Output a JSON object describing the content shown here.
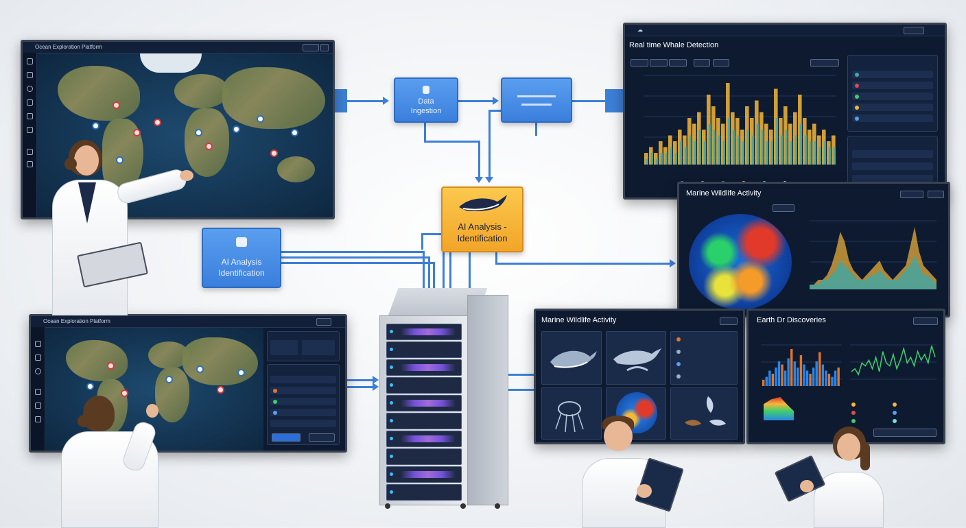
{
  "diagram": {
    "flow_boxes": {
      "data_ingestion": "Data\nIngestion",
      "ai_analysis_left": "AI Analysis\nIdentification",
      "ai_analysis_center": "AI Analysis -\nIdentification"
    }
  },
  "screens": {
    "top_left_map": {
      "title": "Ocean Exploration Platform"
    },
    "top_right": {
      "title": "Real time Whale Detection"
    },
    "mid_right": {
      "title": "Marine Wildlife Activity"
    },
    "bottom_left_map": {
      "title": "Ocean Exploration Platform"
    },
    "bottom_center": {
      "title": "Marine Wildlife Activity"
    },
    "bottom_right": {
      "title": "Earth Dr Discoveries"
    }
  },
  "colors": {
    "accent_blue": "#3d7fd6",
    "ai_box_orange": "#f5b73a",
    "screen_bg": "#0d1a30"
  },
  "chart_data": [
    {
      "type": "bar",
      "title": "Real time Whale Detection",
      "xlabel": "",
      "ylabel": "",
      "series": [
        {
          "values": [
            2,
            3,
            2,
            4,
            3,
            5,
            4,
            6,
            5,
            8,
            7,
            9,
            6,
            12,
            10,
            8,
            7,
            14,
            9,
            8,
            6,
            10,
            8,
            11,
            9,
            7,
            6,
            13,
            8,
            10,
            7,
            9,
            12,
            8,
            6,
            7,
            5,
            6,
            4,
            5
          ]
        },
        {
          "values": [
            1,
            2,
            1,
            2,
            2,
            3,
            2,
            4,
            3,
            5,
            4,
            6,
            4,
            7,
            6,
            5,
            4,
            8,
            6,
            5,
            4,
            6,
            5,
            7,
            6,
            4,
            4,
            8,
            5,
            6,
            4,
            5,
            7,
            5,
            4,
            4,
            3,
            4,
            3,
            3
          ]
        }
      ]
    },
    {
      "type": "area",
      "title": "",
      "xlabel": "",
      "ylabel": "",
      "series": [
        {
          "values": [
            1,
            1,
            2,
            2,
            3,
            5,
            8,
            12,
            10,
            6,
            4,
            3,
            2,
            3,
            4,
            5,
            6,
            4,
            3,
            2,
            3,
            4,
            5,
            9,
            13,
            8,
            5,
            4,
            3,
            2
          ]
        },
        {
          "values": [
            1,
            1,
            1,
            2,
            2,
            3,
            4,
            6,
            5,
            4,
            3,
            2,
            2,
            2,
            3,
            3,
            4,
            3,
            2,
            2,
            2,
            3,
            4,
            5,
            7,
            5,
            3,
            3,
            2,
            1
          ]
        }
      ]
    },
    {
      "type": "bar",
      "title": "",
      "series": [
        {
          "values": [
            2,
            3,
            5,
            4,
            6,
            8,
            7,
            5,
            9,
            12,
            8,
            6,
            10,
            7,
            5,
            4,
            6,
            8,
            11,
            7,
            5,
            4,
            3,
            5,
            6
          ]
        }
      ]
    },
    {
      "type": "line",
      "title": "",
      "series": [
        {
          "values": [
            5,
            6,
            4,
            8,
            7,
            9,
            6,
            10,
            5,
            12,
            8,
            7,
            11,
            6,
            9,
            13,
            8,
            10,
            7,
            12,
            9,
            11,
            8,
            14,
            10
          ]
        }
      ]
    }
  ]
}
